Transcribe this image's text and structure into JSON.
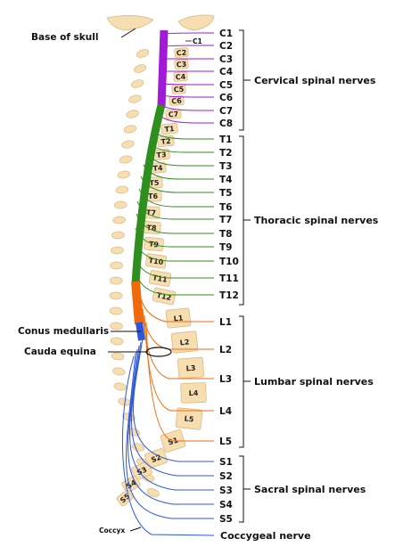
{
  "labels": {
    "base_of_skull": "Base of skull",
    "conus_medullaris": "Conus medullaris",
    "cauda_equina": "Cauda equina",
    "coccyx": "Coccyx",
    "c1_small": "C1"
  },
  "groups": {
    "cervical": "Cervical spinal nerves",
    "thoracic": "Thoracic spinal nerves",
    "lumbar": "Lumbar spinal nerves",
    "sacral": "Sacral spinal nerves",
    "coccygeal": "Coccygeal nerve"
  },
  "nerves": {
    "cervical": [
      "C1",
      "C2",
      "C3",
      "C4",
      "C5",
      "C6",
      "C7",
      "C8"
    ],
    "thoracic": [
      "T1",
      "T2",
      "T3",
      "T4",
      "T5",
      "T6",
      "T7",
      "T8",
      "T9",
      "T10",
      "T11",
      "T12"
    ],
    "lumbar": [
      "L1",
      "L2",
      "L3",
      "L4",
      "L5"
    ],
    "sacral": [
      "S1",
      "S2",
      "S3",
      "S4",
      "S5"
    ]
  },
  "vertebrae": {
    "cervical": [
      "C2",
      "C3",
      "C4",
      "C5",
      "C6",
      "C7"
    ],
    "thoracic": [
      "T1",
      "T2",
      "T3",
      "T4",
      "T5",
      "T6",
      "T7",
      "T8",
      "T9",
      "T10",
      "T11",
      "T12"
    ],
    "lumbar": [
      "L1",
      "L2",
      "L3",
      "L4",
      "L5"
    ],
    "sacral": [
      "S1",
      "S2",
      "S3",
      "S4",
      "S5"
    ]
  },
  "colors": {
    "cervical": "#a219d8",
    "thoracic": "#2f8f1e",
    "lumbar": "#f06a0c",
    "sacral": "#2b57d8",
    "bone": "#f7deb0",
    "bone_edge": "#d9b985"
  }
}
